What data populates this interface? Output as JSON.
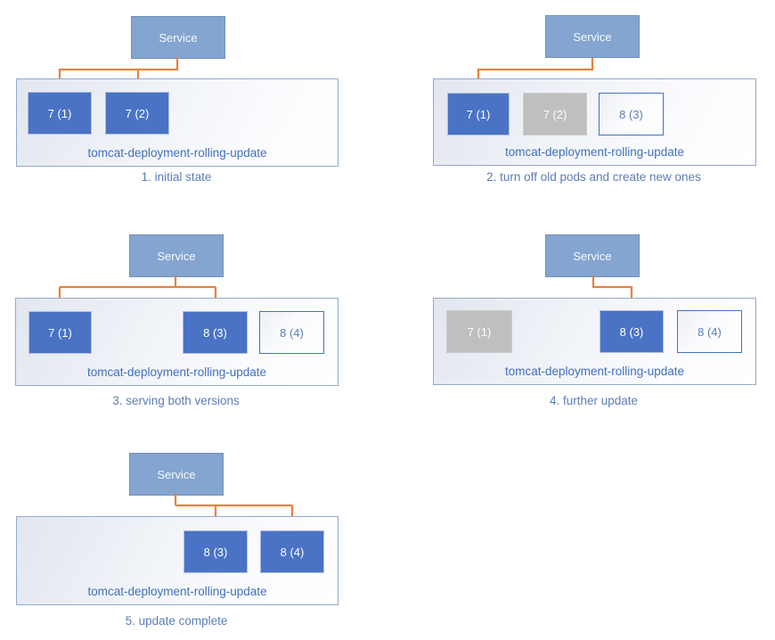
{
  "colors": {
    "pod_active_blue": "#4A73C5",
    "pod_stopped_gray": "#BFBFBF",
    "pod_new_outline_blue": "#4472C4",
    "service_fill_blue": "#84A5D0",
    "arrow_orange": "#E8823C",
    "deployment_label_blue": "#4170BE",
    "caption_blue": "#5C7CB6"
  },
  "panels": [
    {
      "service_label": "Service",
      "deployment_label": "tomcat-deployment-rolling-update",
      "caption": "1. initial state",
      "service_targets": [
        "7 (1)",
        "7 (2)"
      ],
      "pods": [
        {
          "label": "7 (1)",
          "state": "active"
        },
        {
          "label": "7 (2)",
          "state": "active"
        }
      ]
    },
    {
      "service_label": "Service",
      "deployment_label": "tomcat-deployment-rolling-update",
      "caption": "2. turn off old pods and create new ones",
      "service_targets": [
        "7 (1)"
      ],
      "pods": [
        {
          "label": "7 (1)",
          "state": "active"
        },
        {
          "label": "7 (2)",
          "state": "old"
        },
        {
          "label": "8 (3)",
          "state": "new"
        }
      ]
    },
    {
      "service_label": "Service",
      "deployment_label": "tomcat-deployment-rolling-update",
      "caption": "3. serving both versions",
      "service_targets": [
        "7 (1)",
        "8 (3)"
      ],
      "pods": [
        {
          "label": "7 (1)",
          "state": "active"
        },
        {
          "label": "8 (3)",
          "state": "active"
        },
        {
          "label": "8 (4)",
          "state": "new"
        }
      ]
    },
    {
      "service_label": "Service",
      "deployment_label": "tomcat-deployment-rolling-update",
      "caption": "4. further update",
      "service_targets": [
        "8 (3)"
      ],
      "pods": [
        {
          "label": "7 (1)",
          "state": "old"
        },
        {
          "label": "8 (3)",
          "state": "active"
        },
        {
          "label": "8 (4)",
          "state": "new"
        }
      ]
    },
    {
      "service_label": "Service",
      "deployment_label": "tomcat-deployment-rolling-update",
      "caption": "5. update complete",
      "service_targets": [
        "8 (3)",
        "8 (4)"
      ],
      "pods": [
        {
          "label": "8 (3)",
          "state": "active"
        },
        {
          "label": "8 (4)",
          "state": "active"
        }
      ]
    }
  ]
}
